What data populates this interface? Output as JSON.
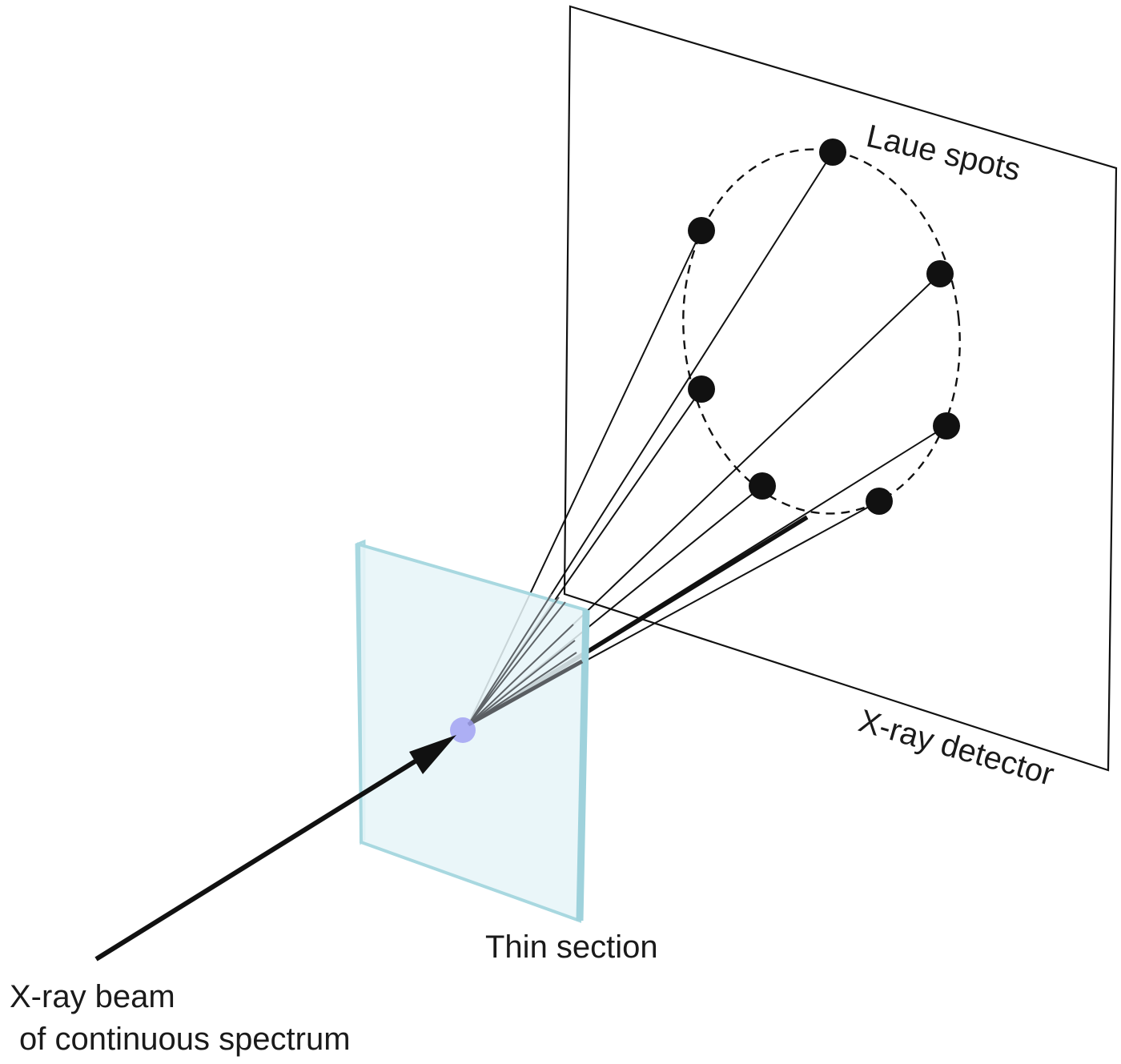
{
  "labels": {
    "laue_spots": "Laue spots",
    "detector": "X-ray detector",
    "thin_section": "Thin section",
    "beam_line1": "X-ray beam",
    "beam_line2": "of continuous spectrum"
  },
  "colors": {
    "ink": "#111111",
    "section_fill": "#e6f4f8",
    "section_edge": "#a8d8e0",
    "focus_spot": "#9d9df2"
  }
}
